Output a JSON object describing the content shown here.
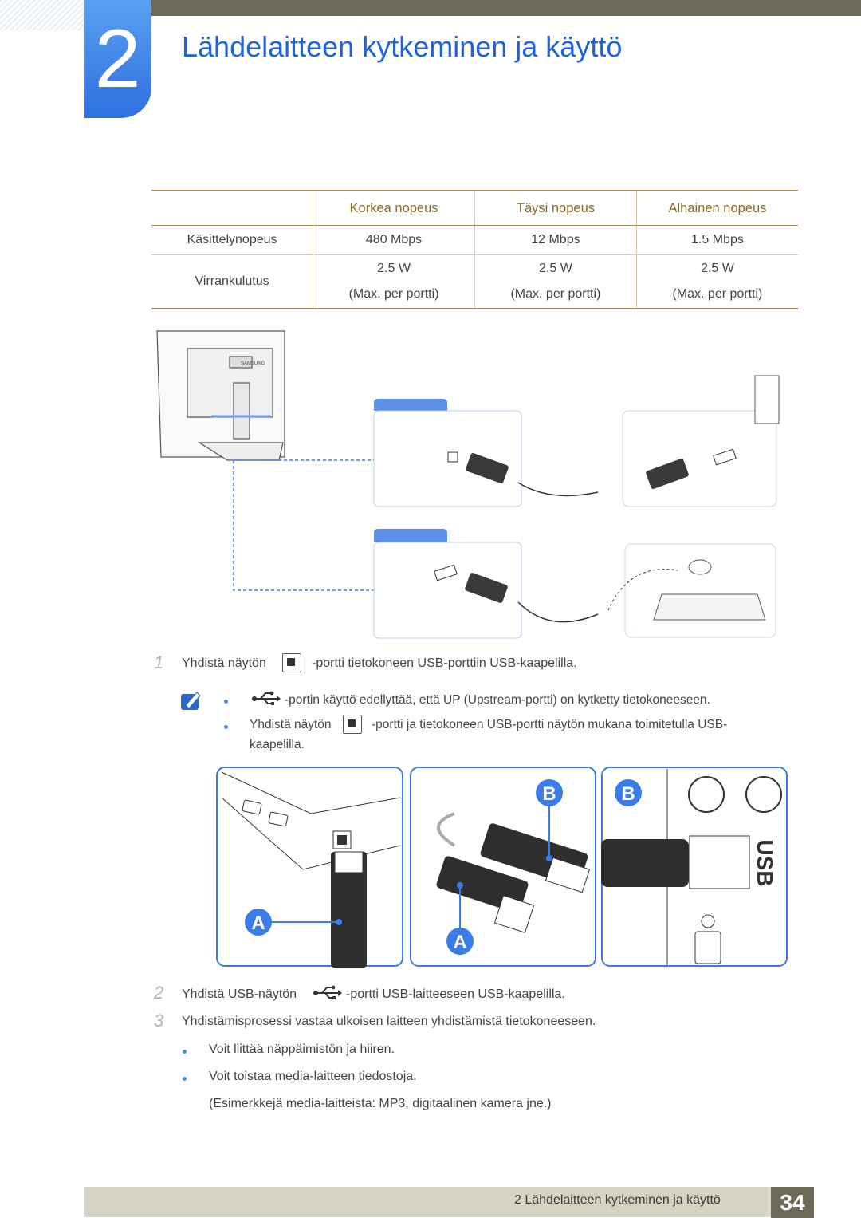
{
  "header": {
    "chapter_number": "2",
    "title": "Lähdelaitteen kytkeminen ja käyttö"
  },
  "table": {
    "columns": [
      "",
      "Korkea nopeus",
      "Täysi nopeus",
      "Alhainen nopeus"
    ],
    "rows": [
      {
        "label": "Käsittelynopeus",
        "values": [
          "480 Mbps",
          "12 Mbps",
          "1.5 Mbps"
        ]
      },
      {
        "label": "Virrankulutus",
        "values": [
          "2.5 W",
          "2.5 W",
          "2.5 W"
        ],
        "sub": [
          "(Max. per portti)",
          "(Max. per portti)",
          "(Max. per portti)"
        ]
      }
    ]
  },
  "steps": {
    "step1_num": "1",
    "step1_pre": "Yhdistä näytön",
    "step1_post": "-portti tietokoneen USB-porttiin USB-kaapelilla.",
    "note1": "-portin käyttö edellyttää, että UP (Upstream-portti) on kytketty tietokoneeseen.",
    "note2_pre": "Yhdistä näytön",
    "note2_post": "-portti ja tietokoneen USB-portti näytön mukana toimitetulla USB-",
    "note2_cont": "kaapelilla.",
    "step2_num": "2",
    "step2_pre": "Yhdistä USB-näytön",
    "step2_post": "-portti USB-laitteeseen USB-kaapelilla.",
    "step3_num": "3",
    "step3": "Yhdistämisprosessi vastaa ulkoisen laitteen yhdistämistä tietokoneeseen.",
    "bullet1": "Voit liittää näppäimistön ja hiiren.",
    "bullet2": "Voit toistaa media-laitteen tiedostoja.",
    "bullet2_example": "(Esimerkkejä media-laitteista: MP3, digitaalinen kamera jne.)"
  },
  "figure2_labels": {
    "a_left": "A",
    "a_mid": "A",
    "b_mid": "B",
    "b_right": "B",
    "usb_text": "USB",
    "brand": "SAMSUNG"
  },
  "icons": [
    "note-icon",
    "usb-icon",
    "usb-b-port-icon"
  ],
  "colors": {
    "accent": "#1f63dc",
    "table_header": "#8a6d1a",
    "marker": "#3b7de8"
  },
  "footer": {
    "text": "2 Lähdelaitteen kytkeminen ja käyttö",
    "page": "34"
  }
}
